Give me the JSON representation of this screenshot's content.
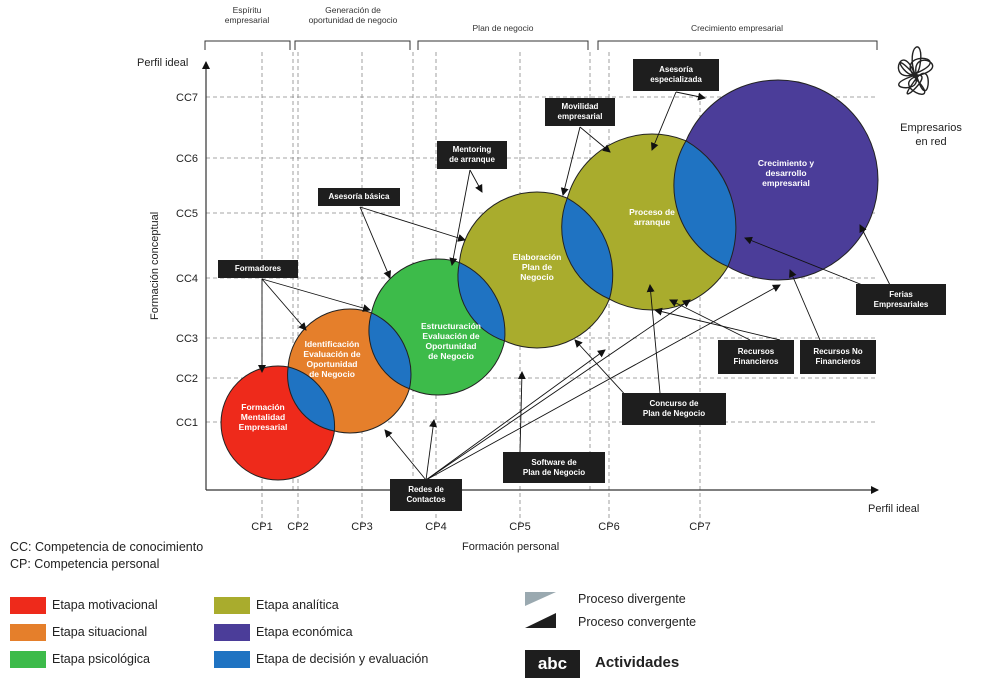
{
  "stages": [
    {
      "label": "Espíritu\nempresarial"
    },
    {
      "label": "Generación de\noportunidad de negocio"
    },
    {
      "label": "Plan de negocio"
    },
    {
      "label": "Crecimiento empresarial"
    }
  ],
  "y_axis": {
    "title": "Formación conceptual",
    "top_label": "Perfil ideal",
    "ticks": [
      "CC1",
      "CC2",
      "CC3",
      "CC4",
      "CC5",
      "CC6",
      "CC7"
    ]
  },
  "x_axis": {
    "title": "Formación personal",
    "end_label": "Perfil ideal",
    "ticks": [
      "CP1",
      "CP2",
      "CP3",
      "CP4",
      "CP5",
      "CP6",
      "CP7"
    ]
  },
  "circles": [
    {
      "label": "Formación\nMentalidad\nEmpresarial",
      "color": "#ee2a1b"
    },
    {
      "label": "Identificación\nEvaluación de\nOportunidad\nde Negocio",
      "color": "#e57f2b"
    },
    {
      "label": "Estructuración\nEvaluación de\nOportunidad\nde Negocio",
      "color": "#3dbb4a"
    },
    {
      "label": "Elaboración\nPlan de\nNegocio",
      "color": "#a9ac2d"
    },
    {
      "label": "Proceso de\narranque",
      "color": "#a9ac2d"
    },
    {
      "label": "Crecimiento y\ndesarrollo\nempresarial",
      "color": "#4b3d99"
    }
  ],
  "overlap_color": "#1f73c2",
  "activities": {
    "formadores": "Formadores",
    "asesoria_basica": "Asesoría básica",
    "mentoring": "Mentoring\nde arranque",
    "movilidad": "Movilidad\nempresarial",
    "asesoria_especializada": "Asesoría\nespecializada",
    "ferias": "Ferias\nEmpresariales",
    "recursos_financieros": "Recursos\nFinancieros",
    "recursos_no_financieros": "Recursos No\nFinancieros",
    "concurso": "Concurso de\nPlan de Negocio",
    "software": "Software de\nPlan de Negocio",
    "redes": "Redes de\nContactos"
  },
  "network_label": "Empresarios\nen red",
  "notes": {
    "cc": "CC: Competencia de conocimiento",
    "cp": "CP: Competencia personal"
  },
  "legend": [
    {
      "label": "Etapa motivacional",
      "color": "#ee2a1b"
    },
    {
      "label": "Etapa situacional",
      "color": "#e57f2b"
    },
    {
      "label": "Etapa psicológica",
      "color": "#3dbb4a"
    },
    {
      "label": "Etapa analítica",
      "color": "#a9ac2d"
    },
    {
      "label": "Etapa económica",
      "color": "#4b3d99"
    },
    {
      "label": "Etapa de decisión y evaluación",
      "color": "#1f73c2"
    }
  ],
  "process_legend": {
    "divergente": "Proceso divergente",
    "convergente": "Proceso convergente",
    "activity_sample": "abc",
    "actividades": "Actividades"
  }
}
